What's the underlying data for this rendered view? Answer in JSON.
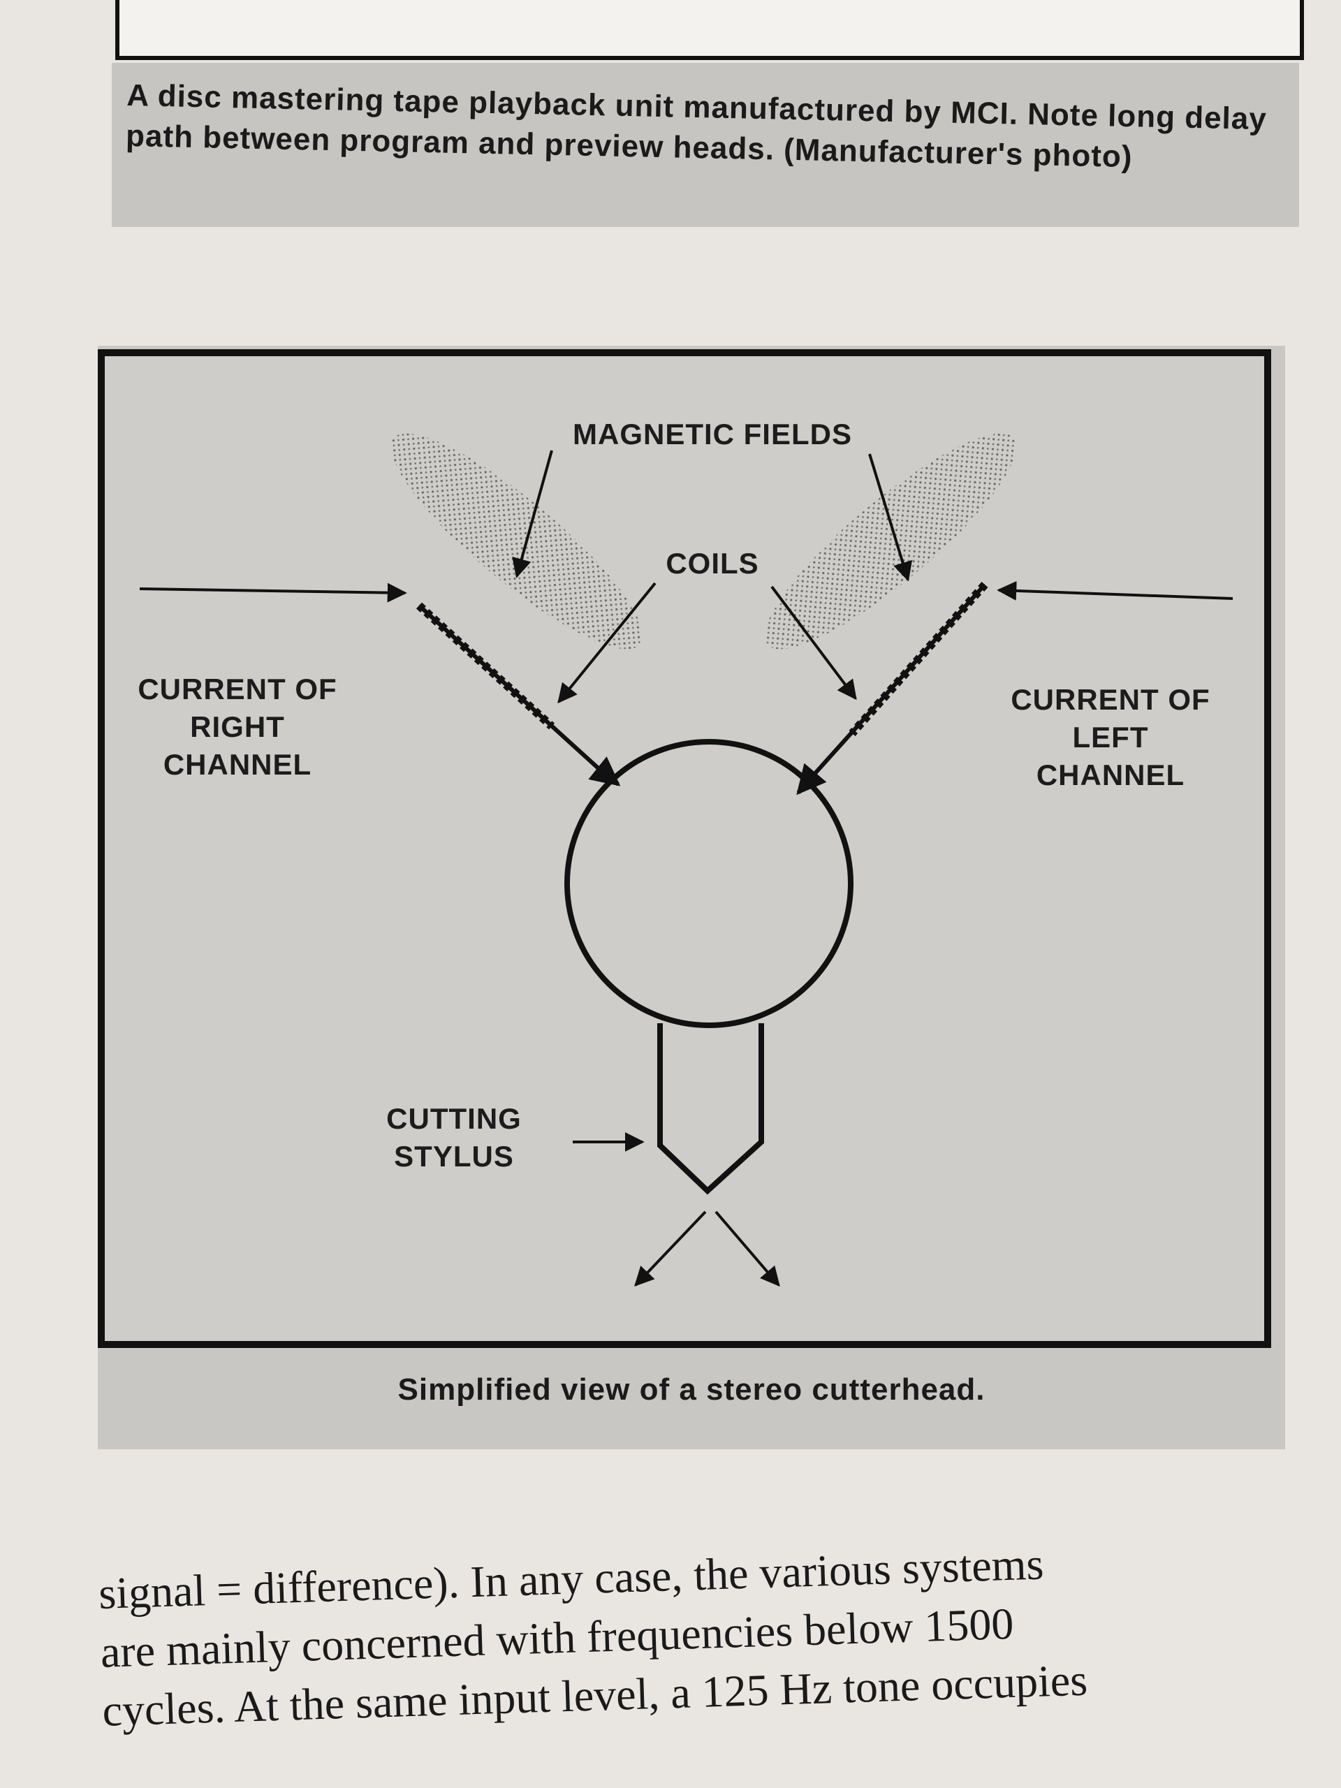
{
  "top_caption": "A disc mastering tape playback unit manufactured by MCI. Note long delay path between program and preview heads. (Manufacturer's photo)",
  "figure": {
    "labels": {
      "magnetic_fields": "MAGNETIC FIELDS",
      "coils": "COILS",
      "right_channel": [
        "CURRENT OF",
        "RIGHT",
        "CHANNEL"
      ],
      "left_channel": [
        "CURRENT OF",
        "LEFT",
        "CHANNEL"
      ],
      "cutting_stylus": [
        "CUTTING",
        "STYLUS"
      ]
    },
    "caption": "Simplified view of a stereo cutterhead."
  },
  "body_text": {
    "lines": [
      "signal = difference).  In any case, the various systems",
      "are mainly concerned with frequencies below 1500",
      "cycles.  At the same input level, a 125 Hz tone occupies"
    ]
  }
}
